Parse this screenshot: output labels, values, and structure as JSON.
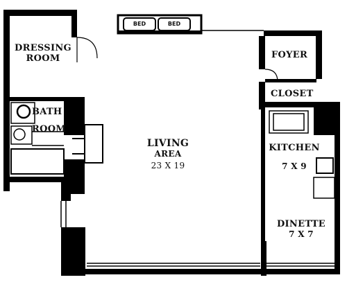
{
  "rooms": {
    "dressing": {
      "line1": "DRESSING",
      "line2": "ROOM"
    },
    "bath": {
      "line1": "BATH",
      "line2": "ROOM"
    },
    "living": {
      "line1": "LIVING",
      "line2": "AREA",
      "dims": "23 X 19"
    },
    "foyer": {
      "name": "FOYER"
    },
    "closet": {
      "name": "CLOSET"
    },
    "kitchen": {
      "name": "KITCHEN",
      "dims": "7 X 9"
    },
    "dinette": {
      "name": "DINETTE",
      "dims": "7 X 7"
    }
  },
  "furniture": {
    "bed1": "BED",
    "bed2": "BED"
  },
  "colors": {
    "wall": "#000000",
    "background": "#ffffff"
  }
}
